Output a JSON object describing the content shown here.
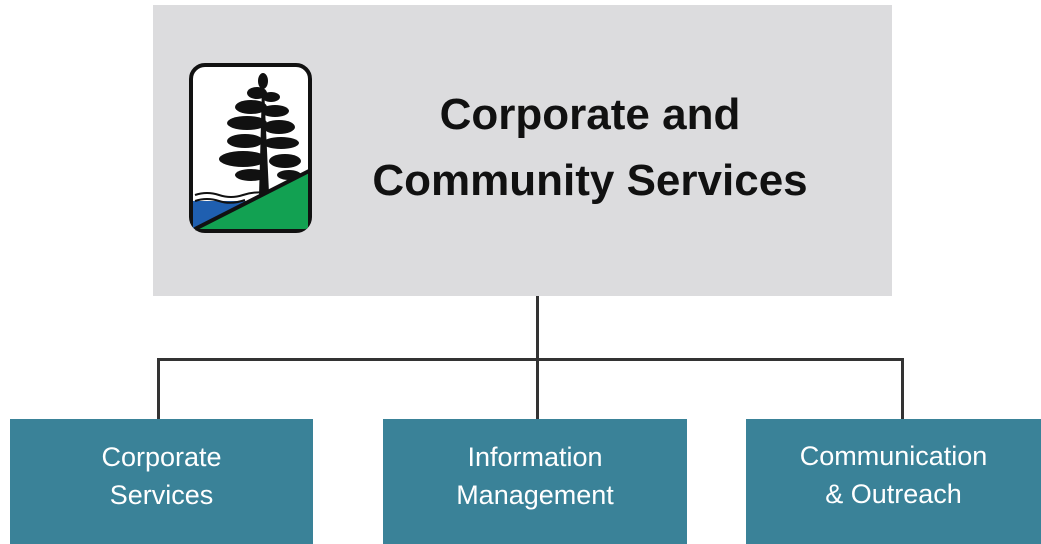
{
  "header": {
    "title_line1": "Corporate and",
    "title_line2": "Community Services"
  },
  "logo": {
    "icon": "pine-tree-logo-icon",
    "colors": {
      "frame": "#111111",
      "water": "#1f5fb0",
      "hill": "#12a152",
      "tree": "#111111"
    }
  },
  "children": [
    {
      "line1": "Corporate",
      "line2": "Services"
    },
    {
      "line1": "Information",
      "line2": "Management"
    },
    {
      "line1": "Communication",
      "line2": "& Outreach"
    }
  ],
  "colors": {
    "top_box": "#dcdcde",
    "child_box": "#3a8298",
    "connector": "#333333"
  }
}
